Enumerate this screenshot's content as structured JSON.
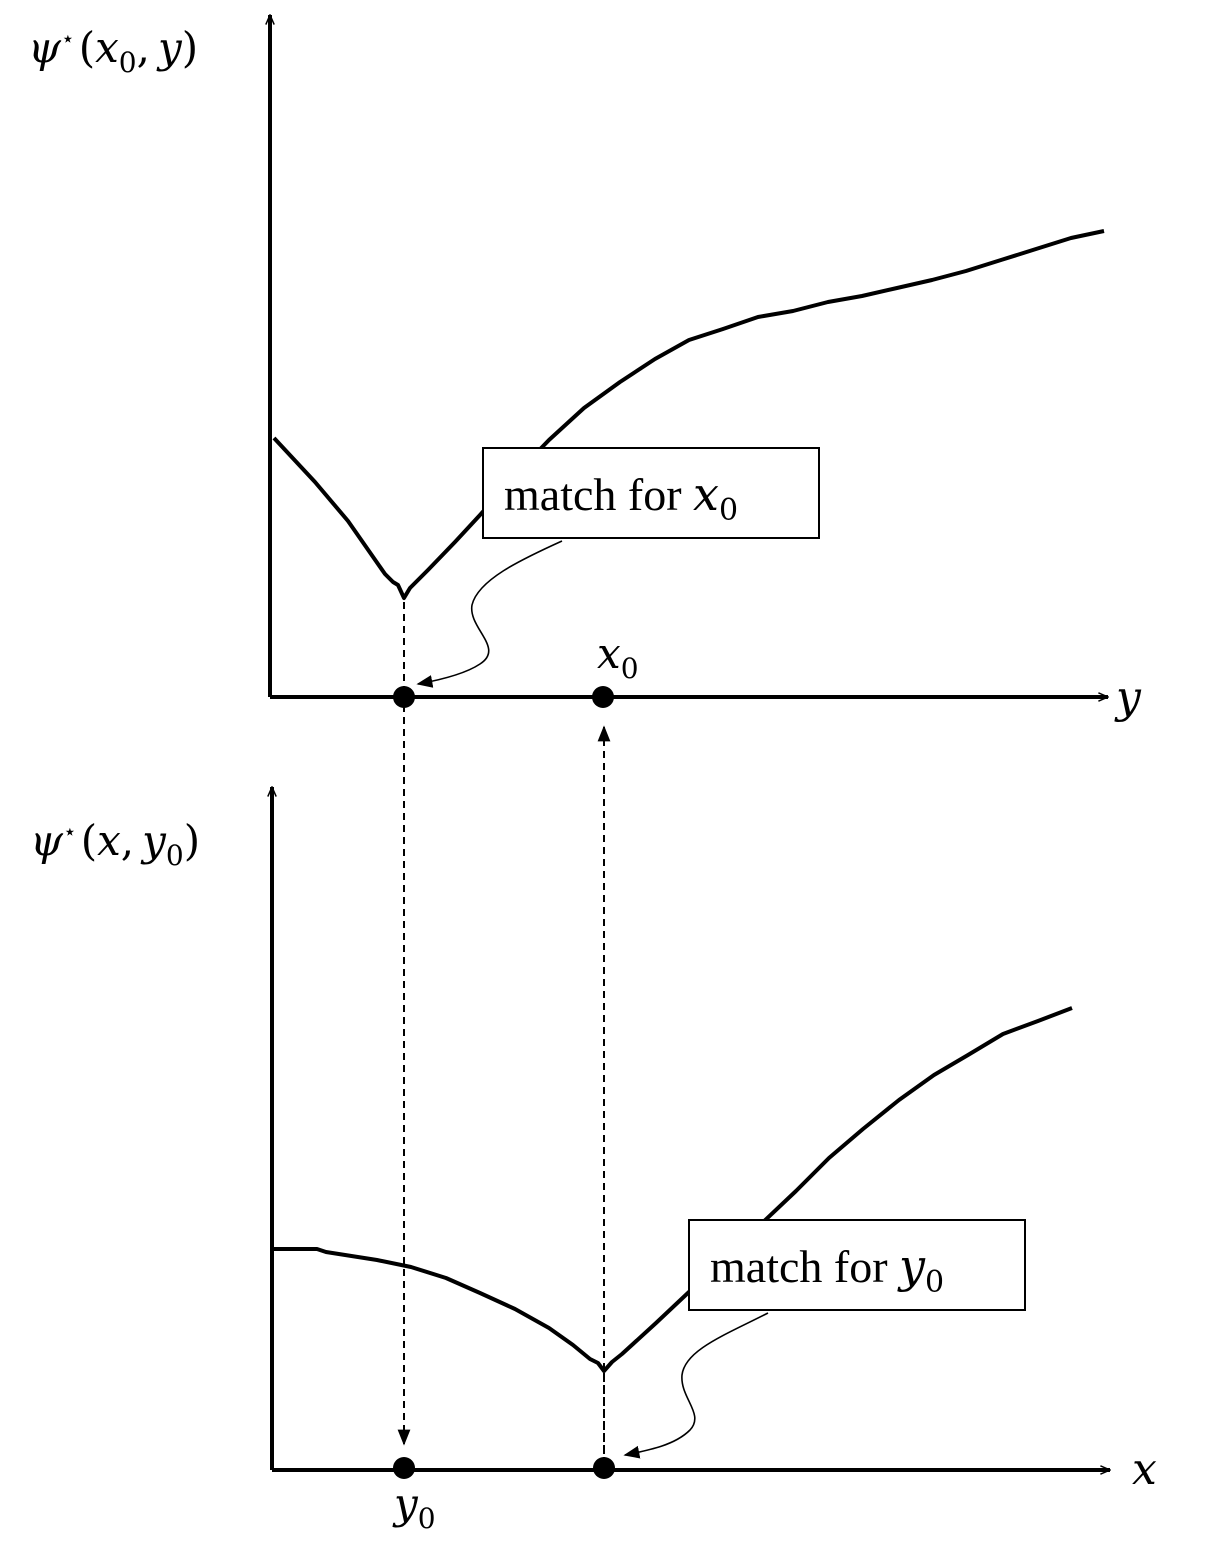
{
  "top_plot": {
    "y_axis_label": {
      "base": "ψ",
      "star": "⋆",
      "open": "(",
      "arg1": "x",
      "arg1_sub": "0",
      "comma": ",",
      "arg2": "y",
      "close": ")"
    },
    "x_axis_label": "y",
    "point_label": {
      "base": "x",
      "sub": "0"
    },
    "callout": {
      "text": "match for ",
      "var": "x",
      "var_sub": "0"
    }
  },
  "bottom_plot": {
    "y_axis_label": {
      "base": "ψ",
      "star": "⋆",
      "open": "(",
      "arg1": "x",
      "comma": ",",
      "arg2": "y",
      "arg2_sub": "0",
      "close": ")"
    },
    "x_axis_label": "x",
    "point_label": {
      "base": "y",
      "sub": "0"
    },
    "callout": {
      "text": "match for ",
      "var": "y",
      "var_sub": "0"
    }
  }
}
